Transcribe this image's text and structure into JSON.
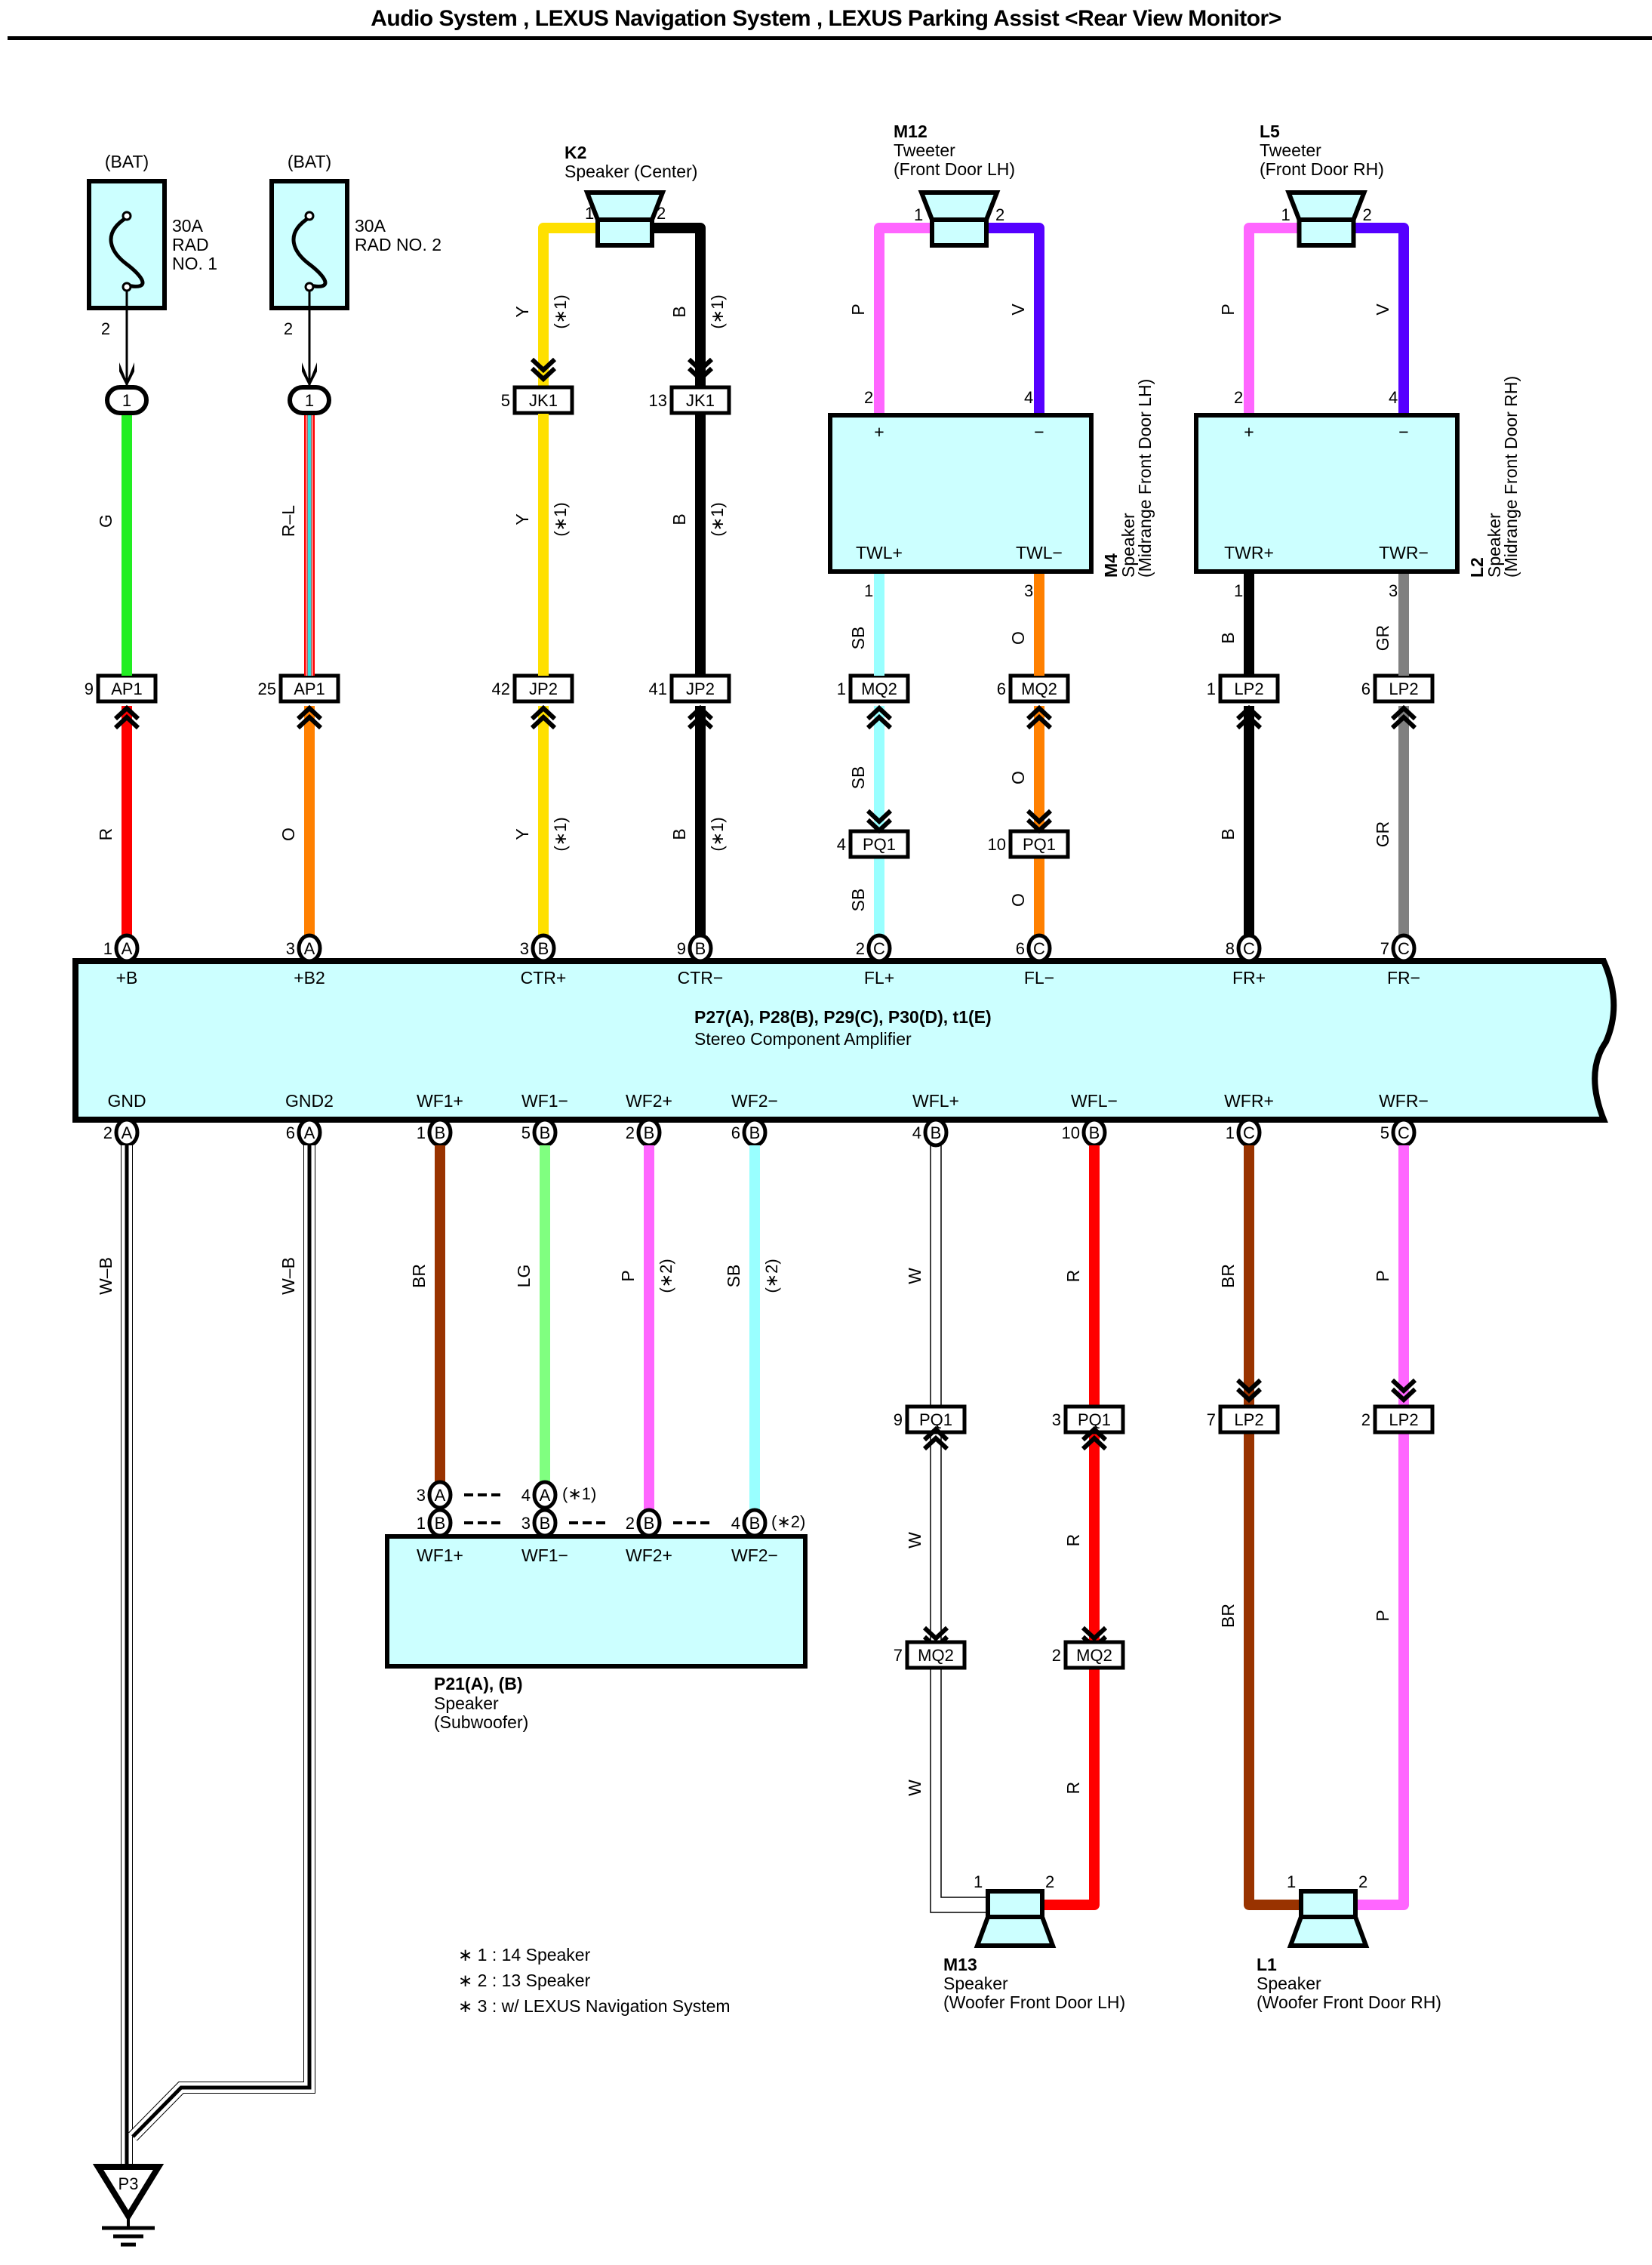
{
  "title": "Audio System , LEXUS Navigation System , LEXUS Parking Assist <Rear View Monitor>",
  "colors": {
    "component_fill": "#ccffff",
    "G": "#22ee22",
    "R": "#ff0000",
    "O": "#ff8000",
    "Y": "#ffe000",
    "B": "#000000",
    "P": "#ff66ff",
    "V": "#5500ff",
    "SB": "#99ffff",
    "GR": "#808080",
    "BR": "#993300",
    "LG": "#80ff80",
    "W": "#ffffff",
    "L": "#33dddd"
  },
  "fuses": [
    {
      "id": "fuse-rad1",
      "source": "(BAT)",
      "rating": "30A",
      "name_lines": [
        "RAD",
        "NO. 1"
      ],
      "pin": "2",
      "junction_pin": "1"
    },
    {
      "id": "fuse-rad2",
      "source": "(BAT)",
      "rating": "30A",
      "name_lines": [
        "RAD NO. 2"
      ],
      "pin": "2",
      "junction_pin": "1"
    }
  ],
  "speakers_top": [
    {
      "code": "K2",
      "name_lines": [
        "Speaker (Center)"
      ],
      "pin_left": "1",
      "pin_right": "2"
    },
    {
      "code": "M12",
      "name_lines": [
        "Tweeter",
        "(Front Door LH)"
      ],
      "pin_left": "1",
      "pin_right": "2"
    },
    {
      "code": "L5",
      "name_lines": [
        "Tweeter",
        "(Front Door RH)"
      ],
      "pin_left": "1",
      "pin_right": "2"
    }
  ],
  "midrange": [
    {
      "code": "M4",
      "name_lines": [
        "Speaker",
        "(Midrange Front Door LH)"
      ],
      "in_plus_pin": "2",
      "in_minus_pin": "4",
      "plus": "+",
      "minus": "−",
      "out_plus": "TWL+",
      "out_minus": "TWL−",
      "out_plus_pin": "1",
      "out_minus_pin": "3"
    },
    {
      "code": "L2",
      "name_lines": [
        "Speaker",
        "(Midrange Front Door RH)"
      ],
      "in_plus_pin": "2",
      "in_minus_pin": "4",
      "plus": "+",
      "minus": "−",
      "out_plus": "TWR+",
      "out_minus": "TWR−",
      "out_plus_pin": "1",
      "out_minus_pin": "3"
    }
  ],
  "amplifier": {
    "connectors": "P27(A), P28(B), P29(C), P30(D), t1(E)",
    "name": "Stereo Component Amplifier",
    "top_terminals": [
      {
        "label": "+B",
        "pin": "1",
        "conn": "A"
      },
      {
        "label": "+B2",
        "pin": "3",
        "conn": "A"
      },
      {
        "label": "CTR+",
        "pin": "3",
        "conn": "B"
      },
      {
        "label": "CTR−",
        "pin": "9",
        "conn": "B"
      },
      {
        "label": "FL+",
        "pin": "2",
        "conn": "C"
      },
      {
        "label": "FL−",
        "pin": "6",
        "conn": "C"
      },
      {
        "label": "FR+",
        "pin": "8",
        "conn": "C"
      },
      {
        "label": "FR−",
        "pin": "7",
        "conn": "C"
      }
    ],
    "bottom_terminals": [
      {
        "label": "GND",
        "pin": "2",
        "conn": "A"
      },
      {
        "label": "GND2",
        "pin": "6",
        "conn": "A"
      },
      {
        "label": "WF1+",
        "pin": "1",
        "conn": "B"
      },
      {
        "label": "WF1−",
        "pin": "5",
        "conn": "B"
      },
      {
        "label": "WF2+",
        "pin": "2",
        "conn": "B"
      },
      {
        "label": "WF2−",
        "pin": "6",
        "conn": "B"
      },
      {
        "label": "WFL+",
        "pin": "4",
        "conn": "B"
      },
      {
        "label": "WFL−",
        "pin": "10",
        "conn": "B"
      },
      {
        "label": "WFR+",
        "pin": "1",
        "conn": "C"
      },
      {
        "label": "WFR−",
        "pin": "5",
        "conn": "C"
      }
    ]
  },
  "top_wires": [
    {
      "upper_color": "G",
      "upper_label": "G",
      "junction": {
        "code": "AP1",
        "pin": "9"
      },
      "lower_color": "R",
      "lower_label": "R"
    },
    {
      "upper_color": "R-L",
      "upper_label": "R–L",
      "junction": {
        "code": "AP1",
        "pin": "25"
      },
      "lower_color": "O",
      "lower_label": "O"
    },
    {
      "upper_color": "Y",
      "upper_label": "Y",
      "note": "(∗1)",
      "mid": {
        "code": "JK1",
        "pin": "5"
      },
      "mid_color": "Y",
      "mid_label": "Y",
      "junction": {
        "code": "JP2",
        "pin": "42"
      },
      "lower_color": "Y",
      "lower_label": "Y"
    },
    {
      "upper_color": "B",
      "upper_label": "B",
      "note": "(∗1)",
      "mid": {
        "code": "JK1",
        "pin": "13"
      },
      "mid_color": "B",
      "mid_label": "B",
      "junction": {
        "code": "JP2",
        "pin": "41"
      },
      "lower_color": "B",
      "lower_label": "B"
    },
    {
      "upper_color": "SB",
      "upper_label": "SB",
      "junction": {
        "code": "MQ2",
        "pin": "1"
      },
      "mid": {
        "code": "PQ1",
        "pin": "4"
      },
      "mid_label": "SB",
      "lower_color": "SB",
      "lower_label": "SB"
    },
    {
      "upper_color": "O",
      "upper_label": "O",
      "junction": {
        "code": "MQ2",
        "pin": "6"
      },
      "mid": {
        "code": "PQ1",
        "pin": "10"
      },
      "mid_label": "O",
      "lower_color": "O",
      "lower_label": "O"
    },
    {
      "upper_color": "B",
      "upper_label": "B",
      "junction": {
        "code": "LP2",
        "pin": "1"
      },
      "lower_color": "B",
      "lower_label": "B"
    },
    {
      "upper_color": "GR",
      "upper_label": "GR",
      "junction": {
        "code": "LP2",
        "pin": "6"
      },
      "lower_color": "GR",
      "lower_label": "GR"
    }
  ],
  "tweeter_wires": {
    "plus_label": "P",
    "minus_label": "V"
  },
  "bottom_wires": [
    {
      "label": "W–B"
    },
    {
      "label": "W–B"
    },
    {
      "label": "BR"
    },
    {
      "label": "LG"
    },
    {
      "label": "P",
      "note": "(∗2)"
    },
    {
      "label": "SB",
      "note": "(∗2)"
    },
    {
      "label": "W",
      "junction1": {
        "code": "PQ1",
        "pin": "9"
      },
      "junction2": {
        "code": "MQ2",
        "pin": "7"
      }
    },
    {
      "label": "R",
      "junction1": {
        "code": "PQ1",
        "pin": "3"
      },
      "junction2": {
        "code": "MQ2",
        "pin": "2"
      }
    },
    {
      "label": "BR",
      "junction1": {
        "code": "LP2",
        "pin": "7"
      }
    },
    {
      "label": "P",
      "junction1": {
        "code": "LP2",
        "pin": "2"
      }
    }
  ],
  "subwoofer": {
    "code": "P21(A), (B)",
    "name_lines": [
      "Speaker",
      "(Subwoofer)"
    ],
    "row_a": [
      {
        "pin": "3",
        "conn": "A"
      },
      {
        "pin": "4",
        "conn": "A"
      }
    ],
    "row_a_note": "(∗1)",
    "row_b": [
      {
        "pin": "1",
        "conn": "B"
      },
      {
        "pin": "3",
        "conn": "B"
      },
      {
        "pin": "2",
        "conn": "B"
      },
      {
        "pin": "4",
        "conn": "B"
      }
    ],
    "row_b_note": "(∗2)",
    "terminals": [
      "WF1+",
      "WF1−",
      "WF2+",
      "WF2−"
    ]
  },
  "woofers": [
    {
      "code": "M13",
      "name_lines": [
        "Speaker",
        "(Woofer Front Door LH)"
      ],
      "pin_left": "1",
      "pin_right": "2"
    },
    {
      "code": "L1",
      "name_lines": [
        "Speaker",
        "(Woofer Front Door RH)"
      ],
      "pin_left": "1",
      "pin_right": "2"
    }
  ],
  "ground": {
    "code": "P3"
  },
  "notes": [
    "∗ 1 : 14 Speaker",
    "∗ 2 : 13 Speaker",
    "∗ 3 : w/ LEXUS Navigation System"
  ]
}
